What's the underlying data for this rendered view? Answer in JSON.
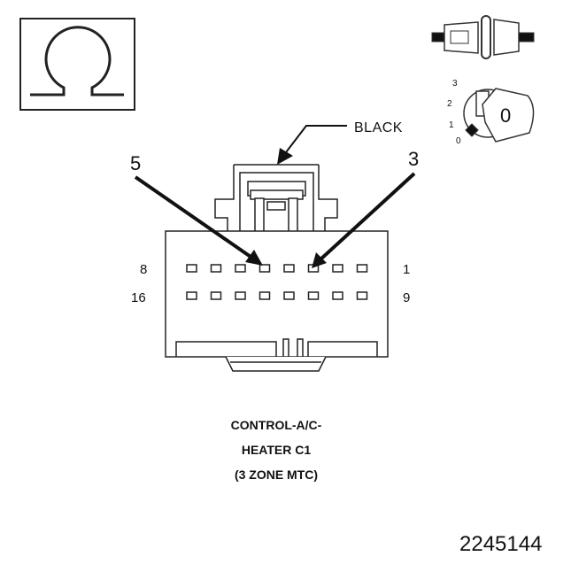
{
  "icons": {
    "ohm_symbol": "ohm-meter-icon",
    "connector_plug": "connector-plug-icon",
    "ignition_key": "ignition-key-icon"
  },
  "ignition_switch": {
    "positions": [
      "3",
      "2",
      "1",
      "0"
    ],
    "key_label": "0"
  },
  "connector": {
    "color_label": "BLACK",
    "callout_left": "5",
    "callout_right": "3",
    "row1_left_pin": "8",
    "row1_right_pin": "1",
    "row2_left_pin": "16",
    "row2_right_pin": "9",
    "cavities_per_row": 8,
    "rows": 2
  },
  "caption": {
    "line1": "CONTROL-A/C-",
    "line2": "HEATER C1",
    "line3": "(3 ZONE MTC)"
  },
  "figure_id": "2245144"
}
